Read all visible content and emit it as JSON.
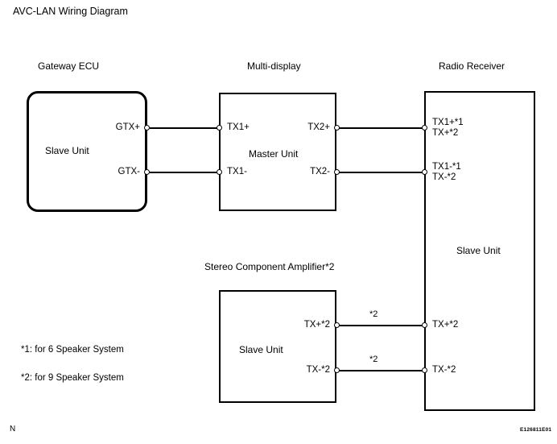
{
  "diagram": {
    "title": "AVC-LAN Wiring Diagram",
    "corner_mark": "N",
    "figure_code": "E126811E01"
  },
  "blocks": {
    "gateway": {
      "header": "Gateway ECU",
      "unit_label": "Slave Unit",
      "pins": [
        {
          "name": "GTX+"
        },
        {
          "name": "GTX-"
        }
      ]
    },
    "multi_display": {
      "header": "Multi-display",
      "unit_label": "Master Unit",
      "pins_left": [
        {
          "name": "TX1+"
        },
        {
          "name": "TX1-"
        }
      ],
      "pins_right": [
        {
          "name": "TX2+"
        },
        {
          "name": "TX2-"
        }
      ]
    },
    "radio_receiver": {
      "header": "Radio Receiver",
      "unit_label": "Slave Unit",
      "pins": [
        {
          "line1": "TX1+*1",
          "line2": "TX+*2"
        },
        {
          "line1": "TX1-*1",
          "line2": "TX-*2"
        },
        {
          "line1": "TX+*2",
          "line2": ""
        },
        {
          "line1": "TX-*2",
          "line2": ""
        }
      ]
    },
    "stereo_amplifier": {
      "header": "Stereo Component Amplifier*2",
      "unit_label": "Slave Unit",
      "pins": [
        {
          "name": "TX+*2"
        },
        {
          "name": "TX-*2"
        }
      ]
    }
  },
  "wire_notes": [
    {
      "label": "*2"
    },
    {
      "label": "*2"
    }
  ],
  "footnotes": [
    "*1: for 6 Speaker System",
    "*2: for 9 Speaker System"
  ]
}
